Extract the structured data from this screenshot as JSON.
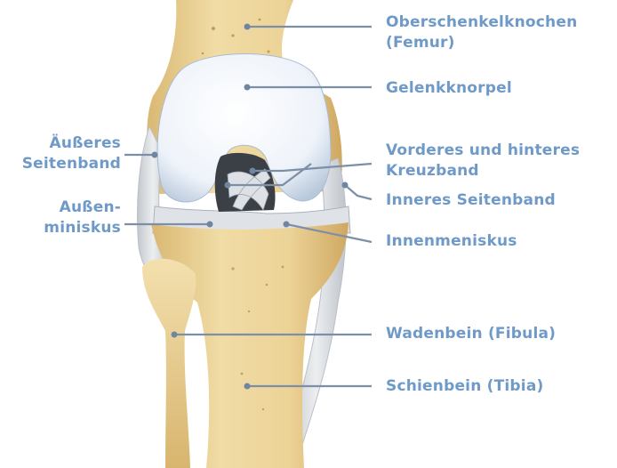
{
  "labels": {
    "femur": [
      "Oberschenkelknochen",
      "(Femur)"
    ],
    "cartilage": [
      "Gelenkknorpel"
    ],
    "cruciate": [
      "Vorderes und hinteres",
      "Kreuzband"
    ],
    "medial_collateral": [
      "Inneres Seitenband"
    ],
    "medial_meniscus": [
      "Innenmeniskus"
    ],
    "fibula": [
      "Wadenbein (Fibula)"
    ],
    "tibia": [
      "Schienbein (Tibia)"
    ],
    "lateral_collateral": [
      "Äußeres",
      "Seitenband"
    ],
    "lateral_meniscus": [
      "Außen-",
      "miniskus"
    ]
  },
  "colors": {
    "label_text": "#6f9ac8",
    "leader_line": "#7d8fa6",
    "bone": "#ead29a",
    "cartilage": "#f4f7fc",
    "ligament": "#d9dde2"
  }
}
